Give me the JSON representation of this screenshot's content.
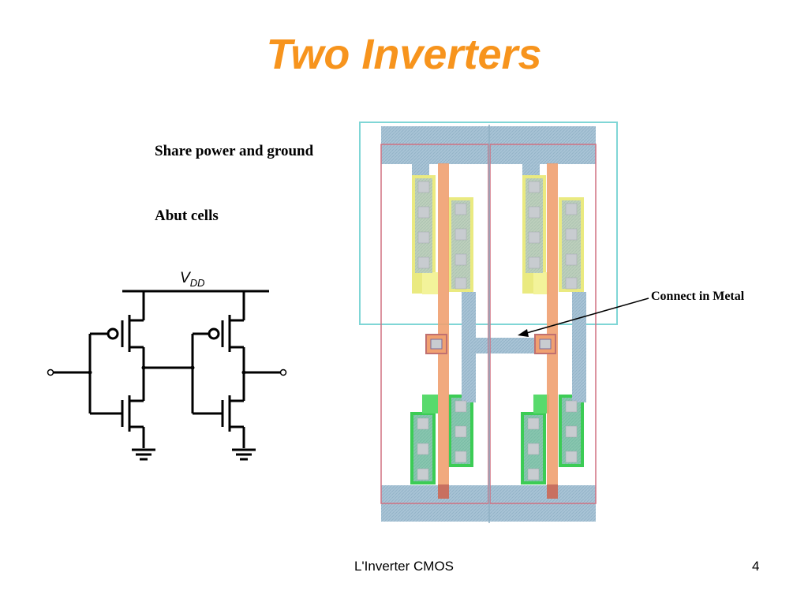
{
  "slide": {
    "title": "Two Inverters",
    "notes": {
      "share": "Share power and ground",
      "abut": "Abut cells",
      "metal": "Connect in Metal"
    },
    "schematic": {
      "vdd_main": "V",
      "vdd_sub": "DD"
    },
    "footer": {
      "label": "L'Inverter CMOS",
      "page_number": "4"
    }
  },
  "colors": {
    "title": "#f7941d",
    "metal": "#a9c4d6",
    "poly": "#f0a070",
    "pdiff": "#e6e67a",
    "ndiff": "#3ccc55",
    "cell_border": "#d07080",
    "nwell": "#7fd6d6",
    "contact": "#c8ccd0"
  }
}
